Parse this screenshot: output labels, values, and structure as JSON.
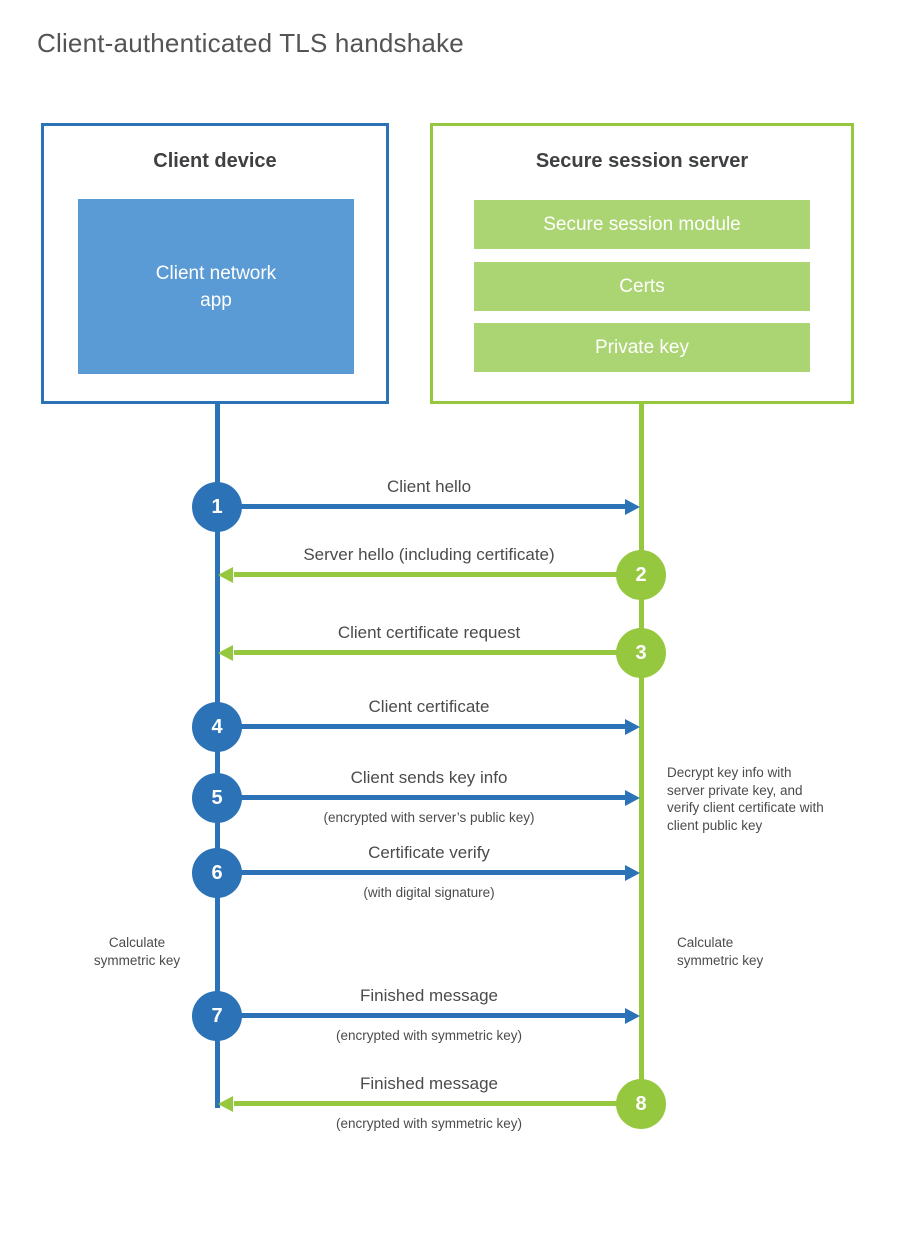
{
  "page": {
    "title": "Client-authenticated TLS handshake"
  },
  "client_box": {
    "title": "Client device",
    "app_label": "Client network app"
  },
  "server_box": {
    "title": "Secure session server",
    "modules": [
      "Secure session module",
      "Certs",
      "Private key"
    ]
  },
  "steps": [
    {
      "number": "1",
      "label": "Client hello",
      "direction": "client-to-server"
    },
    {
      "number": "2",
      "label": "Server hello (including certificate)",
      "direction": "server-to-client"
    },
    {
      "number": "3",
      "label": "Client certificate request",
      "direction": "server-to-client"
    },
    {
      "number": "4",
      "label": "Client certificate",
      "direction": "client-to-server"
    },
    {
      "number": "5",
      "label": "Client sends key info",
      "sublabel": "(encrypted with server’s public key)",
      "direction": "client-to-server"
    },
    {
      "number": "6",
      "label": "Certificate verify",
      "sublabel": "(with digital signature)",
      "direction": "client-to-server"
    },
    {
      "number": "7",
      "label": "Finished message",
      "sublabel": "(encrypted with symmetric key)",
      "direction": "client-to-server"
    },
    {
      "number": "8",
      "label": "Finished message",
      "sublabel": "(encrypted with symmetric key)",
      "direction": "server-to-client"
    }
  ],
  "annotations": {
    "decrypt_note": "Decrypt key info with server private key, and verify client certificate with client public key",
    "calc_left": "Calculate symmetric key",
    "calc_right": "Calculate symmetric key"
  },
  "colors": {
    "blue": "#2C72B6",
    "blue_light": "#5B9BD5",
    "green": "#96C83F",
    "green_light": "#ABD572",
    "ink": "#4B4B4D",
    "title_ink": "#545456",
    "box_title_ink": "#3F4042"
  }
}
